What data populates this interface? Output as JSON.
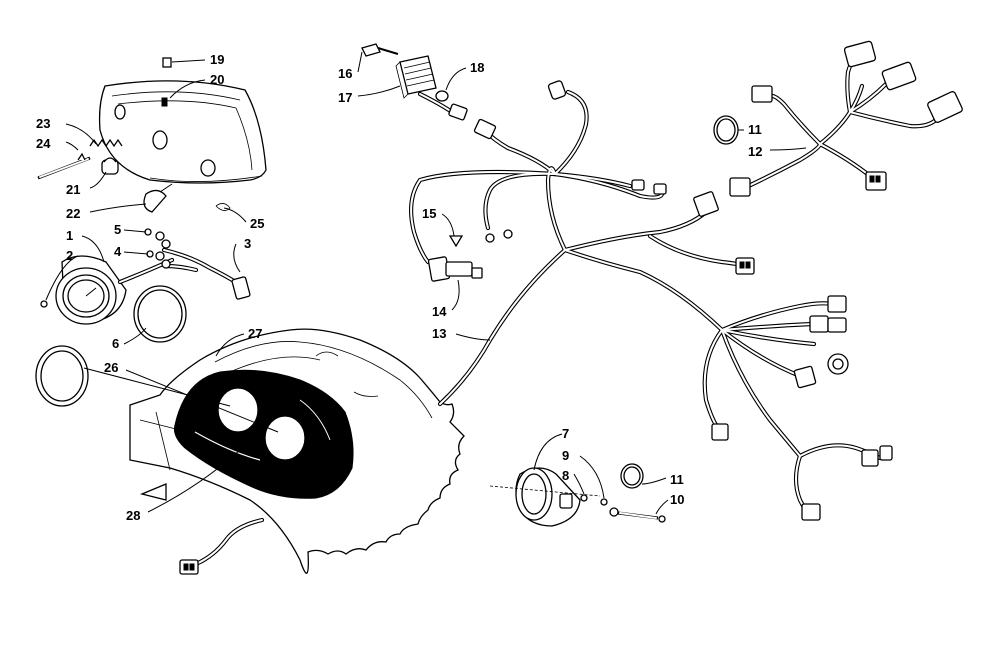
{
  "callouts": [
    {
      "id": "c19",
      "text": "19"
    },
    {
      "id": "c20",
      "text": "20"
    },
    {
      "id": "c23",
      "text": "23"
    },
    {
      "id": "c24",
      "text": "24"
    },
    {
      "id": "c21",
      "text": "21"
    },
    {
      "id": "c22",
      "text": "22"
    },
    {
      "id": "c25",
      "text": "25"
    },
    {
      "id": "c1",
      "text": "1"
    },
    {
      "id": "c2",
      "text": "2"
    },
    {
      "id": "c5",
      "text": "5"
    },
    {
      "id": "c4",
      "text": "4"
    },
    {
      "id": "c3",
      "text": "3"
    },
    {
      "id": "c6",
      "text": "6"
    },
    {
      "id": "c26",
      "text": "26"
    },
    {
      "id": "c27",
      "text": "27"
    },
    {
      "id": "c28",
      "text": "28"
    },
    {
      "id": "c16",
      "text": "16"
    },
    {
      "id": "c17",
      "text": "17"
    },
    {
      "id": "c18",
      "text": "18"
    },
    {
      "id": "c15",
      "text": "15"
    },
    {
      "id": "c14",
      "text": "14"
    },
    {
      "id": "c13",
      "text": "13"
    },
    {
      "id": "c11a",
      "text": "11"
    },
    {
      "id": "c12",
      "text": "12"
    },
    {
      "id": "c7",
      "text": "7"
    },
    {
      "id": "c9",
      "text": "9"
    },
    {
      "id": "c8",
      "text": "8"
    },
    {
      "id": "c11b",
      "text": "11"
    },
    {
      "id": "c10",
      "text": "10"
    }
  ]
}
